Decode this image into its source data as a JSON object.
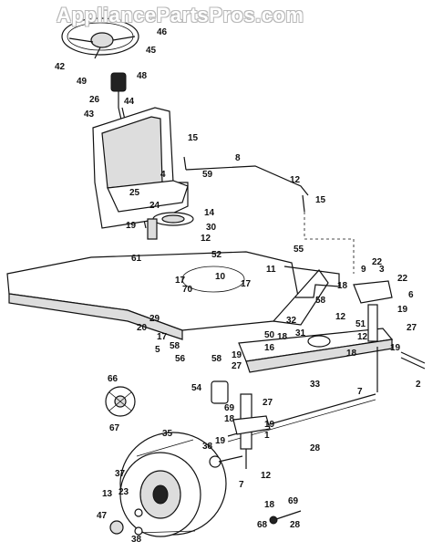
{
  "watermark": "AppliancePartsPros.com",
  "callouts": [
    {
      "id": "c46a",
      "text": "46"
    },
    {
      "id": "c42",
      "text": "42"
    },
    {
      "id": "c45",
      "text": "45"
    },
    {
      "id": "c49",
      "text": "49"
    },
    {
      "id": "c48",
      "text": "48"
    },
    {
      "id": "c26",
      "text": "26"
    },
    {
      "id": "c44",
      "text": "44"
    },
    {
      "id": "c43",
      "text": "43"
    },
    {
      "id": "c15a",
      "text": "15"
    },
    {
      "id": "c8",
      "text": "8"
    },
    {
      "id": "c4",
      "text": "4"
    },
    {
      "id": "c59",
      "text": "59"
    },
    {
      "id": "c12a",
      "text": "12"
    },
    {
      "id": "c15b",
      "text": "15"
    },
    {
      "id": "c25",
      "text": "25"
    },
    {
      "id": "c14",
      "text": "14"
    },
    {
      "id": "c24",
      "text": "24"
    },
    {
      "id": "c30",
      "text": "30"
    },
    {
      "id": "c19a",
      "text": "19"
    },
    {
      "id": "c12b",
      "text": "12"
    },
    {
      "id": "c61",
      "text": "61"
    },
    {
      "id": "c52",
      "text": "52"
    },
    {
      "id": "c55",
      "text": "55"
    },
    {
      "id": "c17a",
      "text": "17"
    },
    {
      "id": "c10",
      "text": "10"
    },
    {
      "id": "c11",
      "text": "11"
    },
    {
      "id": "c70",
      "text": "70"
    },
    {
      "id": "c17b",
      "text": "17"
    },
    {
      "id": "c18a",
      "text": "18"
    },
    {
      "id": "c9",
      "text": "9"
    },
    {
      "id": "c22a",
      "text": "22"
    },
    {
      "id": "c3",
      "text": "3"
    },
    {
      "id": "c22b",
      "text": "22"
    },
    {
      "id": "c6",
      "text": "6"
    },
    {
      "id": "c58a",
      "text": "58"
    },
    {
      "id": "c19b",
      "text": "19"
    },
    {
      "id": "c12c",
      "text": "12"
    },
    {
      "id": "c29",
      "text": "29"
    },
    {
      "id": "c32",
      "text": "32"
    },
    {
      "id": "c31",
      "text": "31"
    },
    {
      "id": "c51",
      "text": "51"
    },
    {
      "id": "c27a",
      "text": "27"
    },
    {
      "id": "c20",
      "text": "20"
    },
    {
      "id": "c17c",
      "text": "17"
    },
    {
      "id": "c50",
      "text": "50"
    },
    {
      "id": "c18b",
      "text": "18"
    },
    {
      "id": "c16",
      "text": "16"
    },
    {
      "id": "c12d",
      "text": "12"
    },
    {
      "id": "c5",
      "text": "5"
    },
    {
      "id": "c58b",
      "text": "58"
    },
    {
      "id": "c56",
      "text": "56"
    },
    {
      "id": "c58c",
      "text": "58"
    },
    {
      "id": "c19c",
      "text": "19"
    },
    {
      "id": "c27b",
      "text": "27"
    },
    {
      "id": "c18c",
      "text": "18"
    },
    {
      "id": "c19d",
      "text": "19"
    },
    {
      "id": "c2",
      "text": "2"
    },
    {
      "id": "c54",
      "text": "54"
    },
    {
      "id": "c33",
      "text": "33"
    },
    {
      "id": "c7a",
      "text": "7"
    },
    {
      "id": "c66",
      "text": "66"
    },
    {
      "id": "c27c",
      "text": "27"
    },
    {
      "id": "c69a",
      "text": "69"
    },
    {
      "id": "c18d",
      "text": "18"
    },
    {
      "id": "c19e",
      "text": "19"
    },
    {
      "id": "c1",
      "text": "1"
    },
    {
      "id": "c67",
      "text": "67"
    },
    {
      "id": "c35",
      "text": "35"
    },
    {
      "id": "c38a",
      "text": "38"
    },
    {
      "id": "c19f",
      "text": "19"
    },
    {
      "id": "c28a",
      "text": "28"
    },
    {
      "id": "c37",
      "text": "37"
    },
    {
      "id": "c7b",
      "text": "7"
    },
    {
      "id": "c12e",
      "text": "12"
    },
    {
      "id": "c13",
      "text": "13"
    },
    {
      "id": "c23",
      "text": "23"
    },
    {
      "id": "c47",
      "text": "47"
    },
    {
      "id": "c38b",
      "text": "38"
    },
    {
      "id": "c18e",
      "text": "18"
    },
    {
      "id": "c69b",
      "text": "69"
    },
    {
      "id": "c68",
      "text": "68"
    },
    {
      "id": "c28b",
      "text": "28"
    }
  ]
}
